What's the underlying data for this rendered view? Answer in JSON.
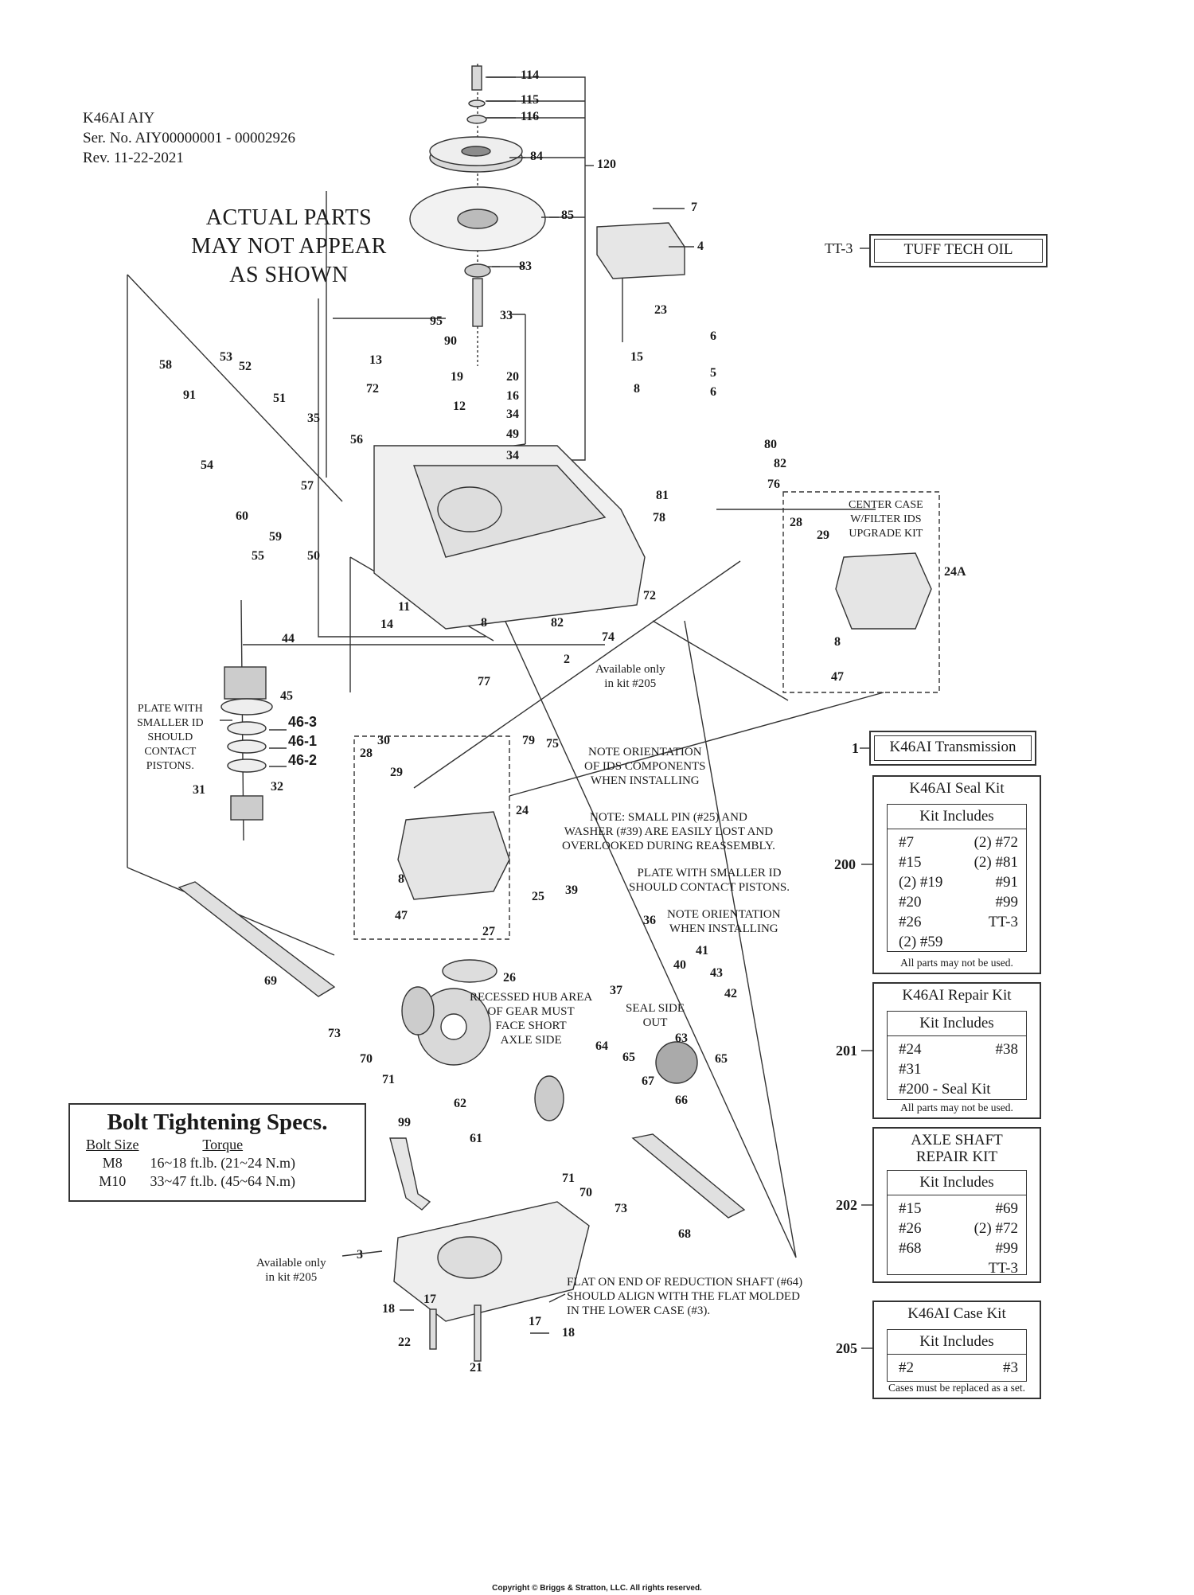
{
  "header": {
    "model": "K46AI AIY",
    "serial": "Ser. No. AIY00000001 - 00002926",
    "revision": "Rev. 11-22-2021"
  },
  "warning": {
    "line1": "ACTUAL PARTS",
    "line2": "MAY NOT APPEAR",
    "line3": "AS SHOWN"
  },
  "oil": {
    "ref": "TT-3",
    "label": "TUFF TECH OIL"
  },
  "transmission": {
    "ref": "1",
    "label": "K46AI Transmission"
  },
  "seal_kit": {
    "ref": "200",
    "title": "K46AI Seal Kit",
    "includes": "Kit Includes",
    "items": [
      "#7",
      "(2) #72",
      "#15",
      "(2) #81",
      "(2) #19",
      "#91",
      "#20",
      "#99",
      "#26",
      "TT-3",
      "(2) #59",
      ""
    ],
    "note": "All parts may not be used."
  },
  "repair_kit": {
    "ref": "201",
    "title": "K46AI Repair Kit",
    "includes": "Kit Includes",
    "items": [
      "#24",
      "#38",
      "#31",
      "",
      "#200 - Seal Kit",
      ""
    ],
    "note": "All parts may not be used."
  },
  "axle_kit": {
    "ref": "202",
    "title1": "AXLE SHAFT",
    "title2": "REPAIR KIT",
    "includes": "Kit Includes",
    "items": [
      "#15",
      "#69",
      "#26",
      "(2) #72",
      "#68",
      "#99",
      "",
      "TT-3"
    ]
  },
  "case_kit": {
    "ref": "205",
    "title": "K46AI Case Kit",
    "includes": "Kit Includes",
    "items": [
      "#2",
      "#3"
    ],
    "note": "Cases must be replaced as a set."
  },
  "bolt_specs": {
    "title": "Bolt Tightening Specs.",
    "col_size": "Bolt Size",
    "col_torque": "Torque",
    "rows": [
      {
        "size": "M8",
        "torque": "16~18 ft.lb. (21~24 N.m)"
      },
      {
        "size": "M10",
        "torque": "33~47 ft.lb. (45~64 N.m)"
      }
    ]
  },
  "notes": {
    "center_case": [
      "CENTER CASE",
      "W/FILTER IDS",
      "UPGRADE KIT"
    ],
    "available_2": [
      "Available only",
      "in kit #205"
    ],
    "available_3": [
      "Available only",
      "in kit #205"
    ],
    "plate_left": [
      "PLATE WITH",
      "SMALLER ID",
      "SHOULD",
      "CONTACT",
      "PISTONS."
    ],
    "ids_orient": [
      "NOTE ORIENTATION",
      "OF IDS COMPONENTS",
      "WHEN INSTALLING"
    ],
    "small_pin": [
      "NOTE: SMALL PIN (#25) AND",
      "WASHER (#39) ARE EASILY LOST AND",
      "OVERLOOKED DURING REASSEMBLY."
    ],
    "plate_right": [
      "PLATE WITH SMALLER ID",
      "SHOULD CONTACT PISTONS."
    ],
    "orient_install": [
      "NOTE ORIENTATION",
      "WHEN INSTALLING"
    ],
    "seal_side": [
      "SEAL SIDE",
      "OUT"
    ],
    "hub_area": [
      "RECESSED HUB AREA",
      "OF GEAR MUST",
      "FACE SHORT",
      "AXLE SIDE"
    ],
    "flat_end": [
      "FLAT ON END OF REDUCTION SHAFT (#64)",
      "SHOULD ALIGN WITH THE FLAT MOLDED",
      "IN THE LOWER CASE (#3)."
    ]
  },
  "part_labels": [
    {
      "id": "114",
      "text": "114"
    },
    {
      "id": "115",
      "text": "115"
    },
    {
      "id": "116",
      "text": "116"
    },
    {
      "id": "84",
      "text": "84"
    },
    {
      "id": "120",
      "text": "120"
    },
    {
      "id": "85",
      "text": "85"
    },
    {
      "id": "83",
      "text": "83"
    },
    {
      "id": "33",
      "text": "33"
    },
    {
      "id": "7",
      "text": "7"
    },
    {
      "id": "4",
      "text": "4"
    },
    {
      "id": "23",
      "text": "23"
    },
    {
      "id": "6a",
      "text": "6"
    },
    {
      "id": "95",
      "text": "95"
    },
    {
      "id": "90",
      "text": "90"
    },
    {
      "id": "13",
      "text": "13"
    },
    {
      "id": "15",
      "text": "15"
    },
    {
      "id": "5",
      "text": "5"
    },
    {
      "id": "19",
      "text": "19"
    },
    {
      "id": "20",
      "text": "20"
    },
    {
      "id": "8a",
      "text": "8"
    },
    {
      "id": "6b",
      "text": "6"
    },
    {
      "id": "16",
      "text": "16"
    },
    {
      "id": "53",
      "text": "53"
    },
    {
      "id": "58",
      "text": "58"
    },
    {
      "id": "52",
      "text": "52"
    },
    {
      "id": "72a",
      "text": "72"
    },
    {
      "id": "91",
      "text": "91"
    },
    {
      "id": "51",
      "text": "51"
    },
    {
      "id": "12",
      "text": "12"
    },
    {
      "id": "34a",
      "text": "34"
    },
    {
      "id": "35",
      "text": "35"
    },
    {
      "id": "49",
      "text": "49"
    },
    {
      "id": "56",
      "text": "56"
    },
    {
      "id": "34b",
      "text": "34"
    },
    {
      "id": "80",
      "text": "80"
    },
    {
      "id": "82a",
      "text": "82"
    },
    {
      "id": "54",
      "text": "54"
    },
    {
      "id": "57",
      "text": "57"
    },
    {
      "id": "76",
      "text": "76"
    },
    {
      "id": "81",
      "text": "81"
    },
    {
      "id": "60",
      "text": "60"
    },
    {
      "id": "78",
      "text": "78"
    },
    {
      "id": "59",
      "text": "59"
    },
    {
      "id": "28a",
      "text": "28"
    },
    {
      "id": "29a",
      "text": "29"
    },
    {
      "id": "55",
      "text": "55"
    },
    {
      "id": "50",
      "text": "50"
    },
    {
      "id": "24A",
      "text": "24A"
    },
    {
      "id": "11",
      "text": "11"
    },
    {
      "id": "72b",
      "text": "72"
    },
    {
      "id": "14",
      "text": "14"
    },
    {
      "id": "8b",
      "text": "8"
    },
    {
      "id": "82b",
      "text": "82"
    },
    {
      "id": "74",
      "text": "74"
    },
    {
      "id": "8c",
      "text": "8"
    },
    {
      "id": "44",
      "text": "44"
    },
    {
      "id": "2",
      "text": "2"
    },
    {
      "id": "47a",
      "text": "47"
    },
    {
      "id": "77",
      "text": "77"
    },
    {
      "id": "45",
      "text": "45"
    },
    {
      "id": "79",
      "text": "79"
    },
    {
      "id": "75",
      "text": "75"
    },
    {
      "id": "46-3",
      "text": "46-3"
    },
    {
      "id": "30",
      "text": "30"
    },
    {
      "id": "46-1",
      "text": "46-1"
    },
    {
      "id": "28b",
      "text": "28"
    },
    {
      "id": "46-2",
      "text": "46-2"
    },
    {
      "id": "29b",
      "text": "29"
    },
    {
      "id": "31",
      "text": "31"
    },
    {
      "id": "32",
      "text": "32"
    },
    {
      "id": "24",
      "text": "24"
    },
    {
      "id": "8d",
      "text": "8"
    },
    {
      "id": "25",
      "text": "25"
    },
    {
      "id": "39",
      "text": "39"
    },
    {
      "id": "47b",
      "text": "47"
    },
    {
      "id": "36",
      "text": "36"
    },
    {
      "id": "27",
      "text": "27"
    },
    {
      "id": "41",
      "text": "41"
    },
    {
      "id": "26",
      "text": "26"
    },
    {
      "id": "40",
      "text": "40"
    },
    {
      "id": "43",
      "text": "43"
    },
    {
      "id": "69",
      "text": "69"
    },
    {
      "id": "37",
      "text": "37"
    },
    {
      "id": "42",
      "text": "42"
    },
    {
      "id": "73a",
      "text": "73"
    },
    {
      "id": "64",
      "text": "64"
    },
    {
      "id": "63",
      "text": "63"
    },
    {
      "id": "70a",
      "text": "70"
    },
    {
      "id": "71a",
      "text": "71"
    },
    {
      "id": "65a",
      "text": "65"
    },
    {
      "id": "65b",
      "text": "65"
    },
    {
      "id": "67",
      "text": "67"
    },
    {
      "id": "62",
      "text": "62"
    },
    {
      "id": "66",
      "text": "66"
    },
    {
      "id": "99",
      "text": "99"
    },
    {
      "id": "61",
      "text": "61"
    },
    {
      "id": "71b",
      "text": "71"
    },
    {
      "id": "70b",
      "text": "70"
    },
    {
      "id": "73b",
      "text": "73"
    },
    {
      "id": "68",
      "text": "68"
    },
    {
      "id": "3",
      "text": "3"
    },
    {
      "id": "18a",
      "text": "18"
    },
    {
      "id": "17a",
      "text": "17"
    },
    {
      "id": "17b",
      "text": "17"
    },
    {
      "id": "18b",
      "text": "18"
    },
    {
      "id": "22",
      "text": "22"
    },
    {
      "id": "21",
      "text": "21"
    }
  ],
  "copyright": "Copyright © Briggs & Stratton, LLC. All rights reserved.",
  "colors": {
    "ink": "#1a1a1a",
    "line": "#333333",
    "part_fill": "#d9d9d9",
    "part_dark": "#8c8c8c"
  }
}
